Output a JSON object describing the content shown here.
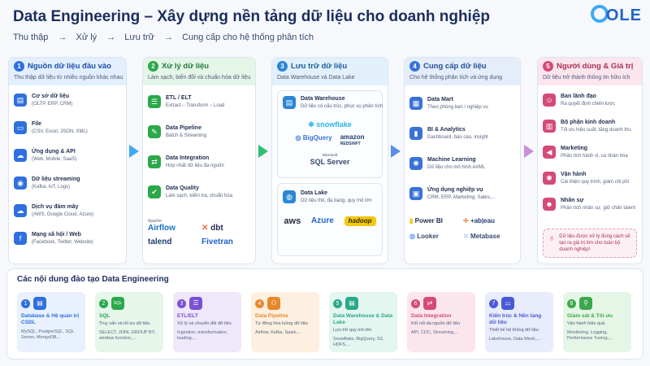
{
  "header": {
    "title": "Data Engineering – Xây dựng nền tảng dữ liệu cho doanh nghiệp",
    "logo_text": "OLE",
    "flow": [
      "Thu thập",
      "Xử lý",
      "Lưu trữ",
      "Cung cấp cho hệ thống phân tích"
    ],
    "flow_arrow": "→"
  },
  "columns": [
    {
      "num": "1",
      "title": "Nguồn dữ liệu đầu vào",
      "desc": "Thu thập dữ liệu từ nhiều nguồn khác nhau",
      "items": [
        {
          "icon": "database-icon",
          "glyph": "▤",
          "title": "Cơ sở dữ liệu",
          "sub": "(OLTP, ERP, CRM)"
        },
        {
          "icon": "file-icon",
          "glyph": "▭",
          "title": "File",
          "sub": "(CSV, Excel, JSON, XML)"
        },
        {
          "icon": "app-icon",
          "glyph": "☁",
          "title": "Ứng dụng & API",
          "sub": "(Web, Mobile, SaaS)"
        },
        {
          "icon": "streaming-icon",
          "glyph": "◉",
          "title": "Dữ liệu streaming",
          "sub": "(Kafka, IoT, Logs)"
        },
        {
          "icon": "cloud-icon",
          "glyph": "☁",
          "title": "Dịch vụ đám mây",
          "sub": "(AWS, Google Cloud, Azure)"
        },
        {
          "icon": "social-icon",
          "glyph": "f",
          "title": "Mạng xã hội / Web",
          "sub": "(Facebook, Twitter, Website)"
        }
      ]
    },
    {
      "num": "2",
      "title": "Xử lý dữ liệu",
      "desc": "Làm sạch, biến đổi và chuẩn hóa dữ liệu",
      "items": [
        {
          "icon": "etl-icon",
          "glyph": "☰",
          "title": "ETL / ELT",
          "sub": "Extract – Transform – Load"
        },
        {
          "icon": "pipeline-icon",
          "glyph": "✎",
          "title": "Data Pipeline",
          "sub": "Batch & Streaming"
        },
        {
          "icon": "integration-icon",
          "glyph": "⇄",
          "title": "Data Integration",
          "sub": "Hợp nhất dữ liệu đa nguồn"
        },
        {
          "icon": "quality-icon",
          "glyph": "✔",
          "title": "Data Quality",
          "sub": "Làm sạch, kiểm tra, chuẩn hóa"
        }
      ],
      "tools": [
        {
          "name": "Airflow",
          "small": "Apache",
          "color": "#1a73c9"
        },
        {
          "name": "dbt",
          "color": "#ff694a"
        },
        {
          "name": "talend",
          "color": "#1f3a6e"
        },
        {
          "name": "Fivetran",
          "color": "#1e63c9"
        }
      ]
    },
    {
      "num": "3",
      "title": "Lưu trữ dữ liệu",
      "desc": "Data Warehouse và Data Lake",
      "warehouse": {
        "title": "Data Warehouse",
        "sub": "Dữ liệu có cấu trúc, phục vụ phân tích"
      },
      "warehouse_tools": [
        {
          "name": "snowflake",
          "color": "#29b5e8"
        },
        {
          "name": "BigQuery",
          "color": "#3a72d6"
        },
        {
          "name": "amazon",
          "sub": "REDSHIFT",
          "color": "#1f3a6e"
        },
        {
          "name": "SQL Server",
          "small": "Microsoft",
          "color": "#3a4a6c"
        }
      ],
      "lake": {
        "title": "Data Lake",
        "sub": "Dữ liệu thô, đa dạng, quy mô lớn"
      },
      "lake_tools": [
        {
          "name": "aws",
          "color": "#232f3e"
        },
        {
          "name": "Azure",
          "color": "#1e63c9"
        },
        {
          "name": "hadoop",
          "color": "#3a2a00"
        }
      ]
    },
    {
      "num": "4",
      "title": "Cung cấp dữ liệu",
      "desc": "Cho hệ thống phân tích và ứng dụng",
      "items": [
        {
          "icon": "data-mart-icon",
          "glyph": "▦",
          "title": "Data Mart",
          "sub": "Theo phòng ban / nghiệp vụ"
        },
        {
          "icon": "bi-icon",
          "glyph": "▮",
          "title": "BI & Analytics",
          "sub": "Dashboard, báo cáo, insight"
        },
        {
          "icon": "ml-icon",
          "glyph": "✺",
          "title": "Machine Learning",
          "sub": "Dữ liệu cho mô hình AI/ML"
        },
        {
          "icon": "apps-icon",
          "glyph": "▣",
          "title": "Ứng dụng nghiệp vụ",
          "sub": "CRM, ERP, Marketing, Sales,..."
        }
      ],
      "tools": [
        {
          "name": "Power BI",
          "color": "#1f2d4e"
        },
        {
          "name": "+ab|eau",
          "color": "#1f3a6e"
        },
        {
          "name": "Looker",
          "color": "#3a4a6c"
        },
        {
          "name": "Metabase",
          "color": "#3a4a6c"
        }
      ]
    },
    {
      "num": "5",
      "title": "Người dùng & Giá trị",
      "desc": "Dữ liệu trở thành thông tin hữu ích",
      "items": [
        {
          "icon": "leadership-icon",
          "glyph": "☺",
          "title": "Ban lãnh đạo",
          "sub": "Ra quyết định chiến lược"
        },
        {
          "icon": "business-icon",
          "glyph": "▥",
          "title": "Bộ phận kinh doanh",
          "sub": "Tối ưu hiệu suất, tăng doanh thu"
        },
        {
          "icon": "marketing-icon",
          "glyph": "◀",
          "title": "Marketing",
          "sub": "Phân tích hành vi, cá nhân hóa"
        },
        {
          "icon": "operations-icon",
          "glyph": "✱",
          "title": "Vận hành",
          "sub": "Cải thiện quy trình, giảm chi phí"
        },
        {
          "icon": "hr-icon",
          "glyph": "☻",
          "title": "Nhân sự",
          "sub": "Phân tích nhân sự, giữ chân talent"
        }
      ],
      "value_note": "Dữ liệu được xử lý đúng cách sẽ tạo ra giá trị lớn cho toàn bộ doanh nghiệp!"
    }
  ],
  "training": {
    "title": "Các nội dung đào tạo Data Engineering",
    "cards": [
      {
        "num": "1",
        "icon": "database-icon",
        "glyph": "▤",
        "title": "Database & Hệ quản trị CSDL",
        "sub": "",
        "extra": "MySQL, PostgreSQL, SQL Server, MongoDB,...",
        "bg": "#e8f1fd",
        "accent": "#2f6fdf"
      },
      {
        "num": "2",
        "icon": "sql-icon",
        "glyph": "SQL",
        "title": "SQL",
        "sub": "Truy vấn và tối ưu dữ liệu",
        "extra": "SELECT, JOIN, GROUP BY, window function,...",
        "bg": "#e6f6ea",
        "accent": "#2aa84a"
      },
      {
        "num": "3",
        "icon": "etl-icon",
        "glyph": "☰",
        "title": "ETL/ELT",
        "sub": "Xử lý và chuyển đổi dữ liệu",
        "extra": "Ingestion, transformation, loading,...",
        "bg": "#efe8fb",
        "accent": "#7a4fd6"
      },
      {
        "num": "4",
        "icon": "pipeline-icon",
        "glyph": "⚇",
        "title": "Data Pipeline",
        "sub": "Tự động hóa luồng dữ liệu",
        "extra": "Airflow, Kafka, Spark,...",
        "bg": "#fdf0e0",
        "accent": "#e8882a"
      },
      {
        "num": "5",
        "icon": "warehouse-icon",
        "glyph": "▤",
        "title": "Data Warehouse & Data Lake",
        "sub": "Lưu trữ quy mô lớn",
        "extra": "Snowflake, BigQuery, S3, HDFS,...",
        "bg": "#e3f6f0",
        "accent": "#2aa88a"
      },
      {
        "num": "6",
        "icon": "integration-icon",
        "glyph": "⇄",
        "title": "Data Integration",
        "sub": "Kết nối đa nguồn dữ liệu",
        "extra": "API, CDC, Streaming,...",
        "bg": "#fbe6ee",
        "accent": "#d44a7a"
      },
      {
        "num": "7",
        "icon": "architecture-icon",
        "glyph": "⚏",
        "title": "Kiến trúc & Nền tảng dữ liệu",
        "sub": "Thiết kế hệ thống dữ liệu",
        "extra": "Lakehouse, Data Mesh,...",
        "bg": "#e8ecfb",
        "accent": "#4a5ad6"
      },
      {
        "num": "8",
        "icon": "monitoring-icon",
        "glyph": "⚲",
        "title": "Giám sát & Tối ưu",
        "sub": "Vận hành hiệu quả",
        "extra": "Monitoring, Logging, Performance Tuning,...",
        "bg": "#e6f6e6",
        "accent": "#3aa84a"
      }
    ]
  }
}
